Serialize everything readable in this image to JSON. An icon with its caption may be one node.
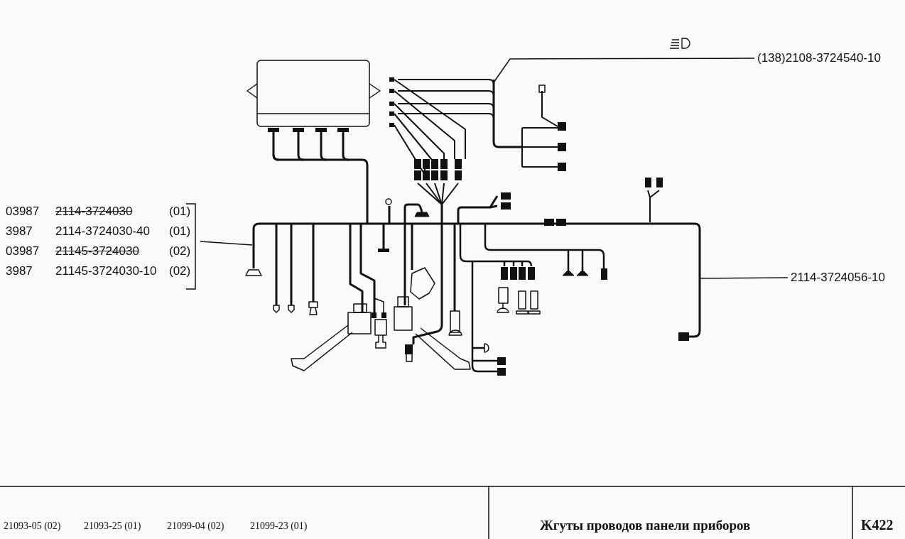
{
  "diagram": {
    "title": "Жгуты проводов панели приборов",
    "nodes": [
      {
        "text": [
          "03987",
          "2114-3724030",
          "(01)",
          "3987",
          "2114-3724030-40",
          "(01)",
          "03987",
          "21145-3724030",
          "(02)",
          "3987",
          "21145-3724030-10",
          "(02)"
        ]
      },
      {
        "text": [
          "(138)2108-3724540-10"
        ]
      },
      {
        "text": [
          "2114-3724056-10"
        ]
      }
    ],
    "edges": [
      {
        "from": 0,
        "to": null,
        "arrow": "none"
      },
      {
        "from": 1,
        "to": null,
        "arrow": "none"
      },
      {
        "from": 2,
        "to": null,
        "arrow": "none"
      }
    ],
    "labels": [
      "21093-05 (02)",
      "21093-25 (01)",
      "21099-04 (02)",
      "21099-23 (01)",
      "K422"
    ]
  }
}
